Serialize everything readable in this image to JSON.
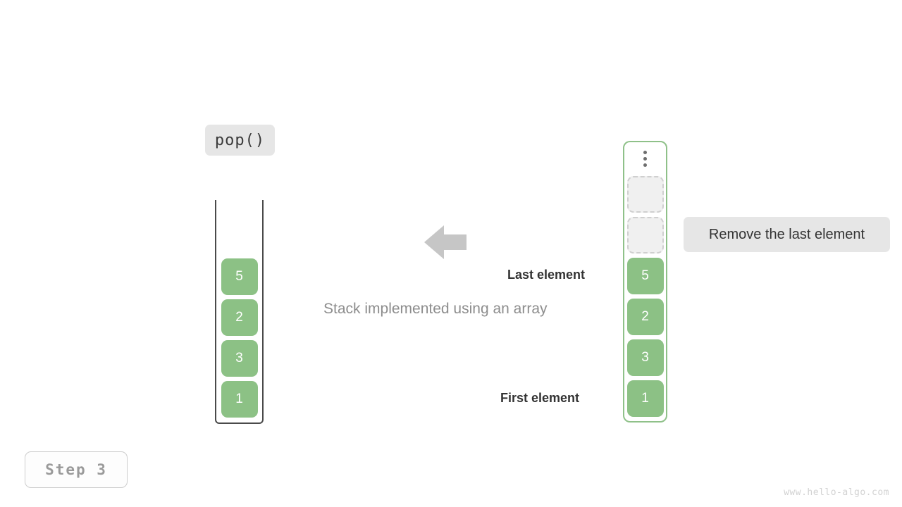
{
  "operation": {
    "label": "pop()"
  },
  "annotation": {
    "remove_note": "Remove the last element"
  },
  "caption": {
    "text": "Stack implemented using an array"
  },
  "labels": {
    "last_element": "Last element",
    "first_element": "First element"
  },
  "stack": {
    "name": "stack-container",
    "cells": [
      {
        "value": "5"
      },
      {
        "value": "2"
      },
      {
        "value": "3"
      },
      {
        "value": "1"
      }
    ]
  },
  "array": {
    "name": "array-container",
    "ellipsis_icon": "vertical-ellipsis-icon",
    "cells": [
      {
        "value": "",
        "state": "empty"
      },
      {
        "value": "",
        "state": "empty"
      },
      {
        "value": "5",
        "state": "filled"
      },
      {
        "value": "2",
        "state": "filled"
      },
      {
        "value": "3",
        "state": "filled"
      },
      {
        "value": "1",
        "state": "filled"
      }
    ]
  },
  "arrow": {
    "icon": "arrow-left-icon",
    "direction": "left"
  },
  "step": {
    "label": "Step 3"
  },
  "watermark": {
    "text": "www.hello-algo.com"
  },
  "colors": {
    "cell_fill": "#8cc185",
    "cell_text": "#ffffff",
    "empty_fill": "#f0f0f0",
    "empty_border": "#cfcfcf",
    "array_border": "#8fc189",
    "stack_border": "#4a4a4a",
    "chip_bg": "#e6e6e6",
    "caption_text": "#8d8d8d",
    "arrow_fill": "#c6c6c6",
    "step_text": "#9a9a9a",
    "watermark_text": "#d2d2d2",
    "background": "#ffffff"
  }
}
